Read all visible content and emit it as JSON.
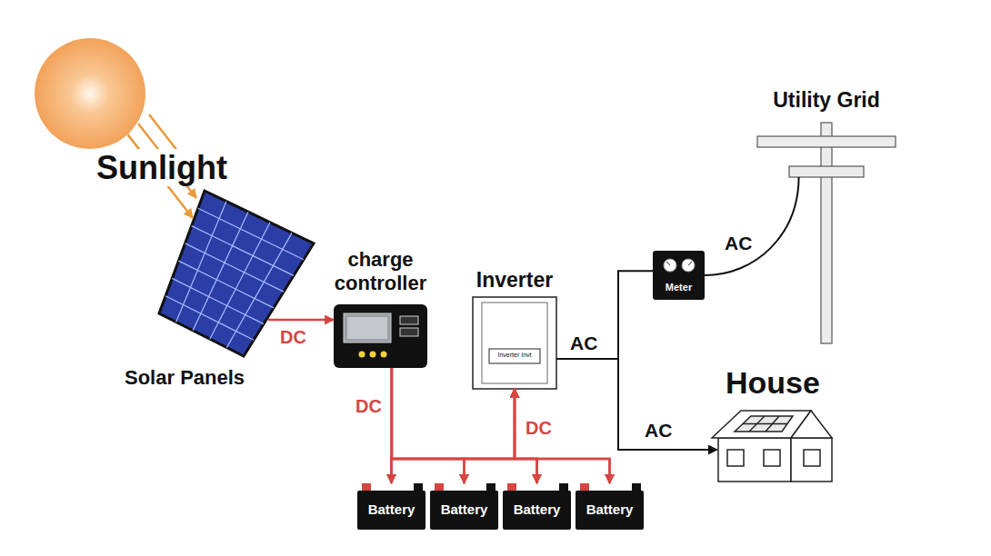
{
  "diagram": {
    "nodes": [
      {
        "text": [
          "Sunlight"
        ]
      },
      {
        "text": [
          "Solar Panels"
        ]
      },
      {
        "text": [
          "charge controller"
        ]
      },
      {
        "text": [
          "Inverter",
          "Inverter Invt"
        ]
      },
      {
        "text": [
          "Meter"
        ]
      },
      {
        "text": [
          "Utility Grid"
        ]
      },
      {
        "text": [
          "House"
        ]
      },
      {
        "text": [
          "Battery"
        ]
      },
      {
        "text": [
          "Battery"
        ]
      },
      {
        "text": [
          "Battery"
        ]
      },
      {
        "text": [
          "Battery"
        ]
      }
    ],
    "edges": [
      {
        "from": 0,
        "to": 1,
        "arrow": "to"
      },
      {
        "from": 1,
        "to": 2,
        "label": "DC",
        "arrow": "to"
      },
      {
        "from": 2,
        "to": 7,
        "label": "DC",
        "arrow": "to"
      },
      {
        "from": 2,
        "to": 8,
        "arrow": "to"
      },
      {
        "from": 2,
        "to": 9,
        "arrow": "to"
      },
      {
        "from": 2,
        "to": 10,
        "arrow": "to"
      },
      {
        "from": 3,
        "to": 7,
        "label": "DC",
        "arrow": "both"
      },
      {
        "from": 3,
        "to": 8,
        "arrow": "both"
      },
      {
        "from": 3,
        "to": 9,
        "arrow": "both"
      },
      {
        "from": 3,
        "to": 10,
        "arrow": "both"
      },
      {
        "from": 3,
        "to": 6,
        "label": "AC",
        "arrow": "to"
      },
      {
        "from": 4,
        "to": 6,
        "label": "AC",
        "arrow": "to"
      },
      {
        "from": 5,
        "to": 4,
        "label": "AC",
        "arrow": "none"
      }
    ]
  }
}
